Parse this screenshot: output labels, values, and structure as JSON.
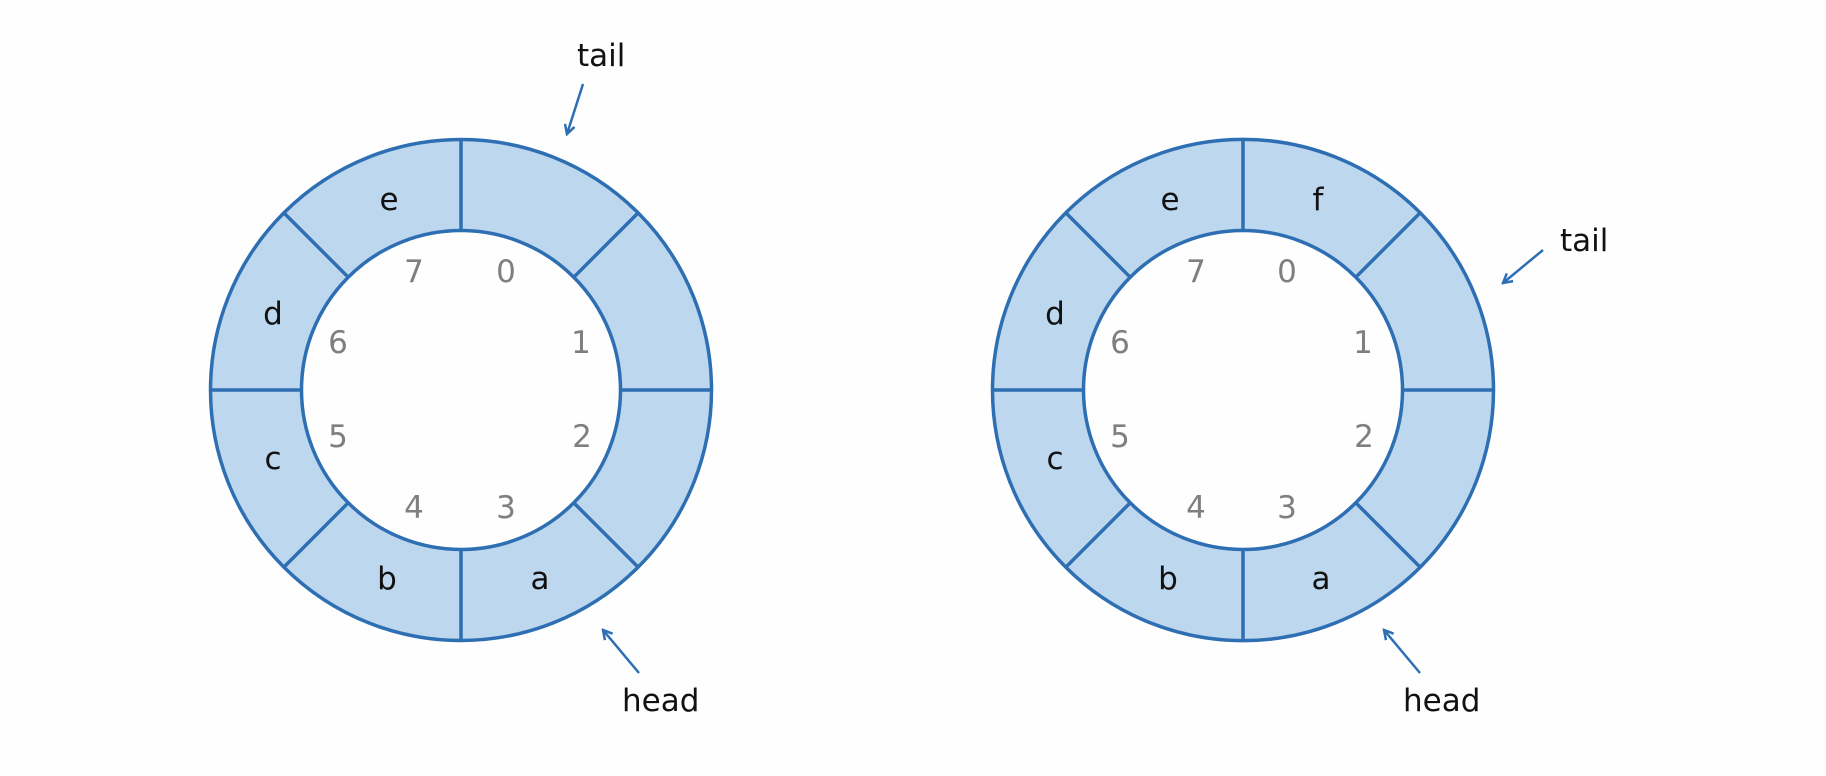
{
  "colors": {
    "ring_fill": "#bdd7ee",
    "stroke": "#2e6fb4",
    "index_text": "#7f7f7f",
    "label_text": "#111111",
    "background": "#fefefe"
  },
  "diagrams": [
    {
      "slots": [
        "",
        "",
        "",
        "a",
        "b",
        "c",
        "d",
        "e"
      ],
      "indices": [
        "0",
        "1",
        "2",
        "3",
        "4",
        "5",
        "6",
        "7"
      ],
      "head_label": "head",
      "tail_label": "tail"
    },
    {
      "slots": [
        "f",
        "",
        "",
        "a",
        "b",
        "c",
        "d",
        "e"
      ],
      "indices": [
        "0",
        "1",
        "2",
        "3",
        "4",
        "5",
        "6",
        "7"
      ],
      "head_label": "head",
      "tail_label": "tail"
    }
  ]
}
